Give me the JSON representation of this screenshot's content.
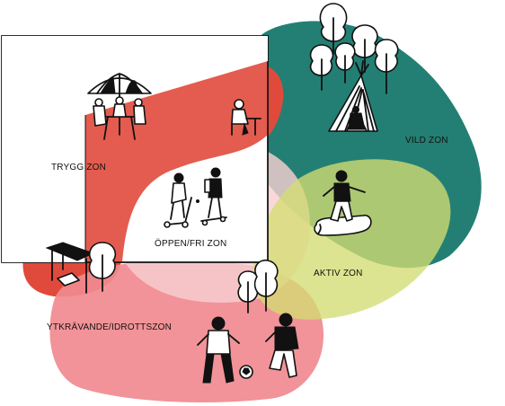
{
  "colors": {
    "trygg": "#e04a3c",
    "vild": "#17786c",
    "open": "#f6cfd2",
    "aktiv": "#d3dc72",
    "ytkravande": "#f08a8f",
    "ink": "#111111"
  },
  "zones": {
    "trygg": {
      "label": "TRYGG ZON"
    },
    "open": {
      "label": "ÖPPEN/FRI ZON"
    },
    "vild": {
      "label": "VILD ZON"
    },
    "aktiv": {
      "label": "AKTIV ZON"
    },
    "ytkravande": {
      "label": "YTKRÄVANDE/IDROTTSZON"
    }
  },
  "icons": [
    "building-outline",
    "parasol-table-people-icon",
    "person-at-table-icon",
    "scooter-kids-icon",
    "skateboard-kid-icon",
    "hut-tent-icon",
    "tree-cluster-icon",
    "balancing-log-kid-icon",
    "bench-shelter-icon",
    "small-tree-icon",
    "football-players-icon",
    "football-icon"
  ]
}
